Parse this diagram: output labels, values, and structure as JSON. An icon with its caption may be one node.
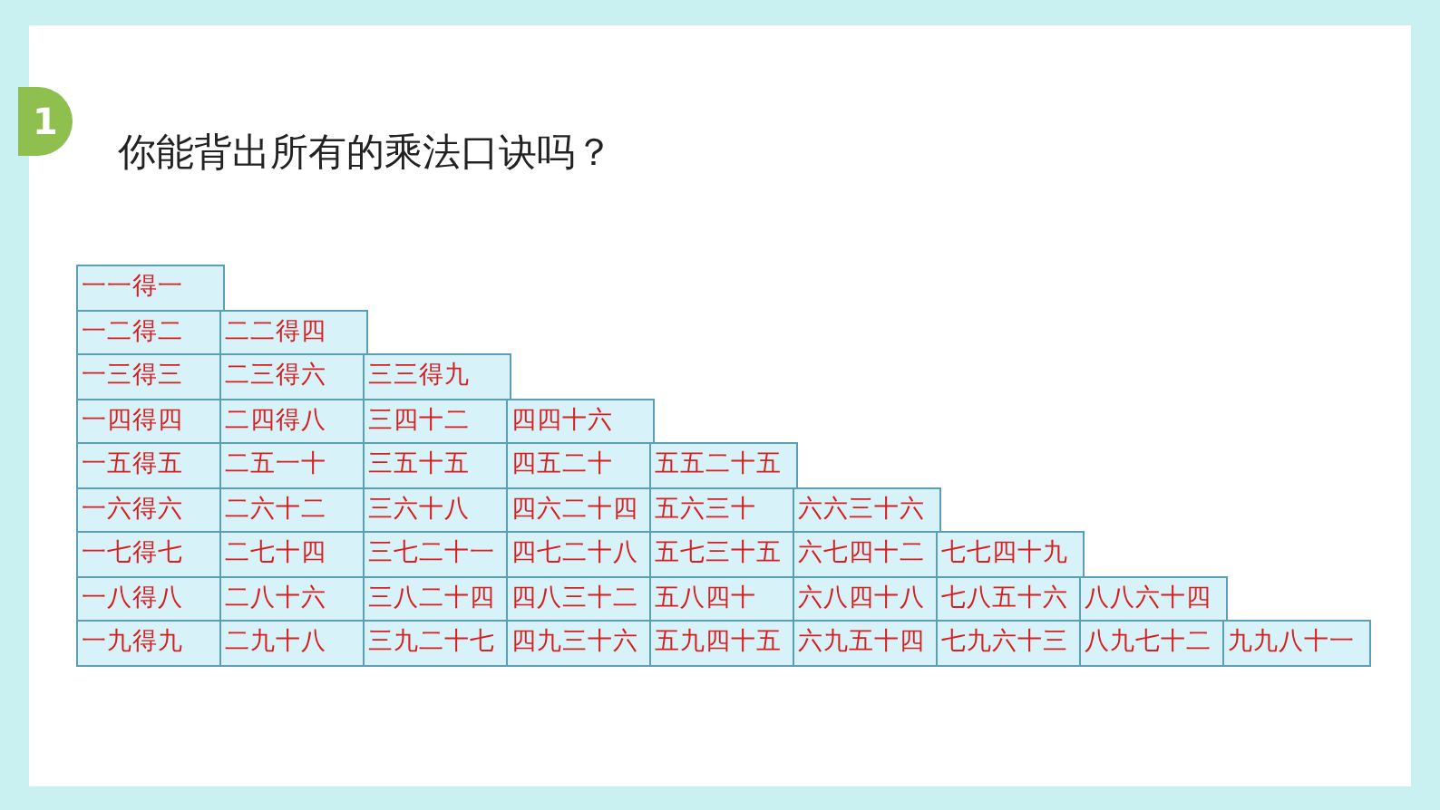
{
  "diagram": {
    "title": "你能背出所有的乘法口诀吗？",
    "labels": [
      "1",
      "一一得一",
      "一二得二",
      "二二得四",
      "一三得三",
      "二三得六",
      "三三得九",
      "一四得四",
      "二四得八",
      "三四十二",
      "四四十六",
      "一五得五",
      "二五一十",
      "三五十五",
      "四五二十",
      "五五二十五",
      "一六得六",
      "二六十二",
      "三六十八",
      "四六二十四",
      "五六三十",
      "六六三十六",
      "一七得七",
      "二七十四",
      "三七二十一",
      "四七二十八",
      "五七三十五",
      "六七四十二",
      "七七四十九",
      "一八得八",
      "二八十六",
      "三八二十四",
      "四八三十二",
      "五八四十",
      "六八四十八",
      "七八五十六",
      "八八六十四",
      "一九得九",
      "二九十八",
      "三九二十七",
      "四九三十六",
      "五九四十五",
      "六九五十四",
      "七九六十三",
      "八九七十二",
      "九九八十一"
    ]
  }
}
